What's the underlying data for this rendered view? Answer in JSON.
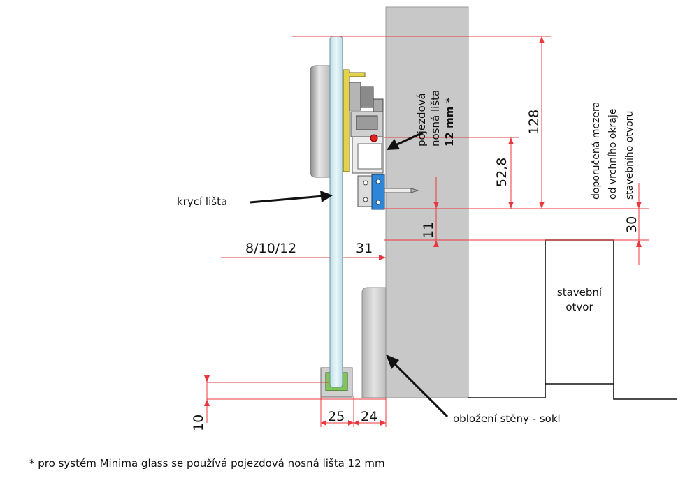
{
  "labels": {
    "cover_strip": "krycí lišta",
    "rail_line1": "pojezdová",
    "rail_line2": "nosná lišta",
    "rail_line3": "12 mm *",
    "gap_line1": "doporučená mezera",
    "gap_line2": "od vrchního okraje",
    "gap_line3": "stavebního otvoru",
    "opening_line1": "stavební",
    "opening_line2": "otvor",
    "cladding": "obložení stěny - sokl"
  },
  "dimensions": {
    "glass_thickness": "8/10/12",
    "wall_offset": "31",
    "height_total": "128",
    "height_rail": "52,8",
    "clearance": "11",
    "gap_top": "30",
    "bottom_height": "10",
    "guide_width": "25",
    "plinth_width": "24"
  },
  "footnote": "* pro systém Minima glass se používá pojezdová nosná lišta 12 mm",
  "colors": {
    "wall": "#c8c8c8",
    "glass": "#d6eef4",
    "dimension_line": "#e8383d",
    "yellow_plate": "#e3d24a",
    "blue_clip": "#2f86d6",
    "red_marker": "#e52020"
  }
}
